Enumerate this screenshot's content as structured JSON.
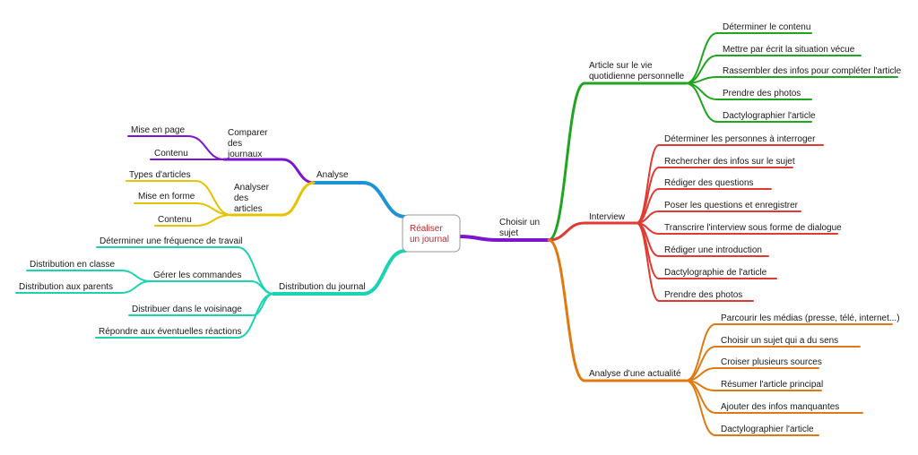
{
  "root": {
    "lines": [
      "Réaliser",
      "un journal"
    ]
  },
  "colors": {
    "root_text": "#c0282d",
    "purple": "#7b15cf",
    "blue": "#1d93d6",
    "yellow": "#e6c300",
    "teal": "#1ad3b0",
    "green": "#1fa51f",
    "red": "#e03b33",
    "orange": "#e07a10"
  },
  "left": {
    "analyse": {
      "label": "Analyse",
      "comparer": {
        "lines": [
          "Comparer",
          "des",
          "journaux"
        ],
        "items": [
          "Mise en page",
          "Contenu"
        ]
      },
      "analyser": {
        "lines": [
          "Analyser",
          "des",
          "articles"
        ],
        "items": [
          "Types d'articles",
          "Mise en forme",
          "Contenu"
        ]
      }
    },
    "distribution": {
      "label": "Distribution du journal",
      "frequence": "Déterminer une fréquence de travail",
      "commandes": {
        "label": "Gérer les commandes",
        "items": [
          "Distribution en classe",
          "Distribution aux parents"
        ]
      },
      "voisinage": "Distribuer dans le voisinage",
      "reactions": "Répondre aux éventuelles réactions"
    }
  },
  "right": {
    "choisir": {
      "lines": [
        "Choisir un",
        "sujet"
      ]
    },
    "article": {
      "lines": [
        "Article sur le vie",
        "quotidienne personnelle"
      ],
      "items": [
        "Déterminer le contenu",
        "Mettre par écrit la situation vécue",
        "Rassembler des infos pour compléter l'article",
        "Prendre des photos",
        "Dactylographier l'article"
      ]
    },
    "interview": {
      "label": "Interview",
      "items": [
        "Déterminer les personnes à interroger",
        "Rechercher des infos sur le sujet",
        "Rédiger des questions",
        "Poser les questions et enregistrer",
        "Transcrire l'interview sous forme de dialogue",
        "Rédiger une introduction",
        "Dactylographie de l'article",
        "Prendre des photos"
      ]
    },
    "actualite": {
      "label": "Analyse d'une actualité",
      "items": [
        "Parcourir les médias (presse, télé, internet...)",
        "Choisir un sujet qui a du sens",
        "Croiser plusieurs sources",
        "Résumer l'article principal",
        "Ajouter des infos manquantes",
        "Dactylographier l'article"
      ]
    }
  }
}
